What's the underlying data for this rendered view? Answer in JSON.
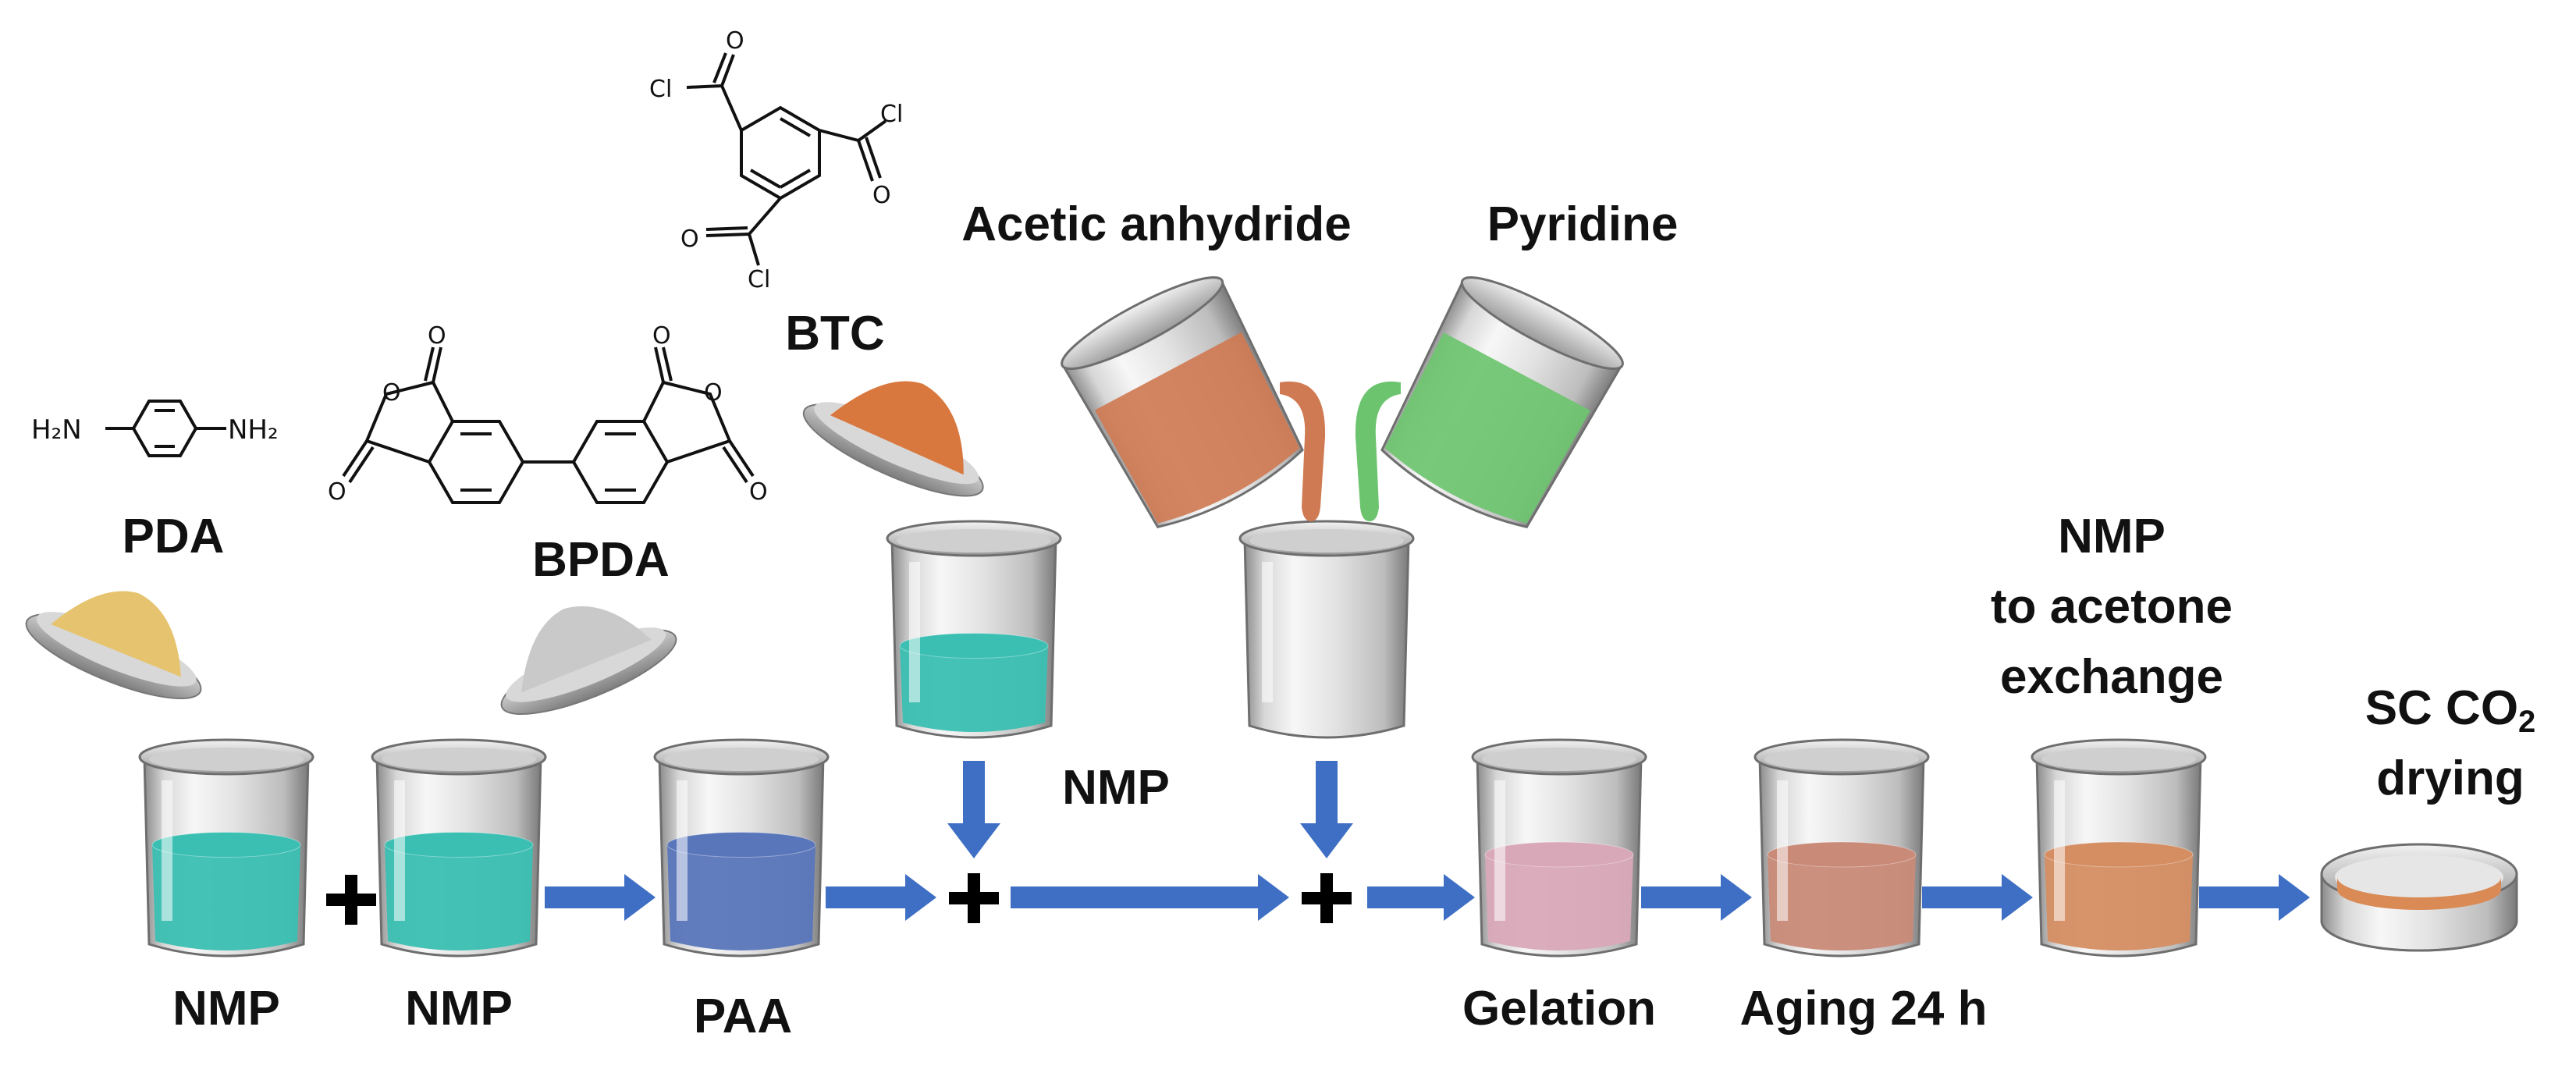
{
  "labels": {
    "pda": "PDA",
    "bpda": "BPDA",
    "btc": "BTC",
    "acetic": "Acetic anhydride",
    "pyridine": "Pyridine",
    "nmp1": "NMP",
    "nmp2": "NMP",
    "paa": "PAA",
    "nmp3": "NMP",
    "gelation": "Gelation",
    "aging": "Aging 24 h",
    "exchange_l1": "NMP",
    "exchange_l2": "to acetone",
    "exchange_l3": "exchange",
    "drying_l1": "SC CO",
    "drying_sub": "2",
    "drying_l2": "drying"
  },
  "chem": {
    "h2n": "H₂N",
    "nh2": "NH₂",
    "o": "O",
    "cl": "Cl"
  },
  "colors": {
    "arrow": "#3f6fc4",
    "nmp_liquid": "#3bbfb2",
    "paa_liquid": "#5a76bb",
    "gel_liquid": "#d8a8b8",
    "aging_liquid": "#c98a78",
    "exchange_liquid": "#d58e62",
    "drying_liquid": "#d98a55",
    "acetic_liquid": "#cf7a52",
    "pyridine_liquid": "#6cc46e",
    "pda_powder": "#e6c36e",
    "bpda_powder": "#c9c9c9",
    "btc_powder": "#d9783e"
  }
}
